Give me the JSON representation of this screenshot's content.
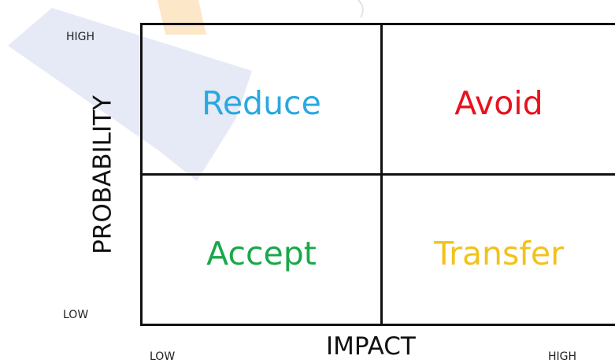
{
  "colors": {
    "grid_line": "#111111",
    "reduce": "#2aa8e0",
    "avoid": "#e8121d",
    "accept": "#19a84a",
    "transfer": "#f2c21b",
    "watermark_blue": "#dde3f3",
    "watermark_orange": "#fde3c0"
  },
  "axes": {
    "y_title": "PROBABILITY",
    "x_title": "IMPACT",
    "y_high": "HIGH",
    "y_low": "LOW",
    "x_low": "LOW",
    "x_high": "HIGH"
  },
  "quadrants": {
    "top_left": "Reduce",
    "top_right": "Avoid",
    "bottom_left": "Accept",
    "bottom_right": "Transfer"
  }
}
